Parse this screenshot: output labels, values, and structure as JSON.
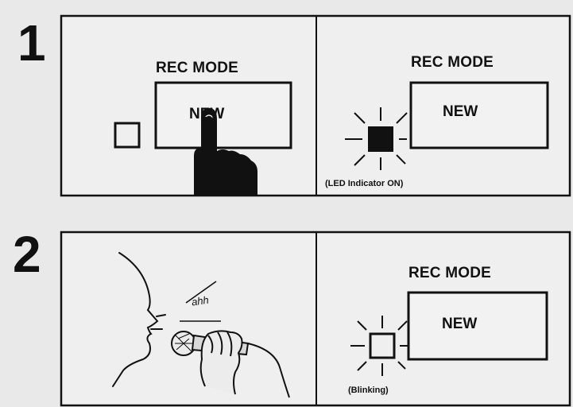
{
  "steps": [
    {
      "number": "1",
      "left": {
        "mode_label": "REC MODE",
        "button_label": "NEW"
      },
      "right": {
        "mode_label": "REC MODE",
        "button_label": "NEW",
        "note": "(LED Indicator ON)"
      }
    },
    {
      "number": "2",
      "left": {
        "speech": "ahh"
      },
      "right": {
        "mode_label": "REC MODE",
        "button_label": "NEW",
        "note": "(Blinking)"
      }
    }
  ],
  "colors": {
    "ink": "#111111",
    "paper": "#e9e9e9",
    "panel": "#efefef"
  }
}
